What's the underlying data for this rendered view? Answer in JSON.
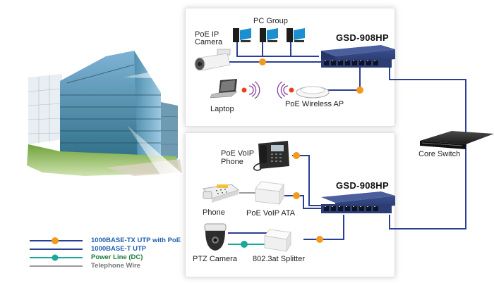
{
  "diagram": {
    "title": "GSD-908HP application diagram",
    "colors": {
      "utp": "#2b3f94",
      "poe_badge": "#f39a1e",
      "power_dc": "#1aa89a",
      "telephone": "#9b9b9b",
      "legend_blue_text": "#1f5fb0",
      "legend_green_text": "#1e7a3c",
      "legend_gray_text": "#777777",
      "switch_body": "#2c3d74",
      "wifi": "#8a3fa0"
    },
    "top_panel": {
      "switch_label": "GSD-908HP",
      "devices": [
        {
          "id": "pc-group",
          "label": "PC Group"
        },
        {
          "id": "poe-ip-camera",
          "label_line1": "PoE IP",
          "label_line2": "Camera"
        },
        {
          "id": "laptop",
          "label": "Laptop"
        },
        {
          "id": "poe-wireless-ap",
          "label": "PoE Wireless AP"
        }
      ]
    },
    "bottom_panel": {
      "switch_label": "GSD-908HP",
      "devices": [
        {
          "id": "poe-voip-phone",
          "label_line1": "PoE VoIP",
          "label_line2": "Phone"
        },
        {
          "id": "phone",
          "label": "Phone"
        },
        {
          "id": "poe-voip-ata",
          "label": "PoE VoIP ATA"
        },
        {
          "id": "ptz-camera",
          "label": "PTZ Camera"
        },
        {
          "id": "splitter",
          "label": "802.3at Splitter"
        }
      ]
    },
    "core_switch": {
      "label": "Core Switch"
    },
    "badges": {
      "poe": "PoE",
      "dc": "DC"
    },
    "legend": [
      {
        "line": "utp",
        "badge": "PoE",
        "label": "1000BASE-TX UTP with PoE"
      },
      {
        "line": "utp",
        "badge": "",
        "label": "1000BASE-T UTP"
      },
      {
        "line": "power_dc",
        "badge": "DC",
        "label": "Power Line (DC)"
      },
      {
        "line": "telephone",
        "badge": "",
        "label": "Telephone Wire"
      }
    ]
  }
}
